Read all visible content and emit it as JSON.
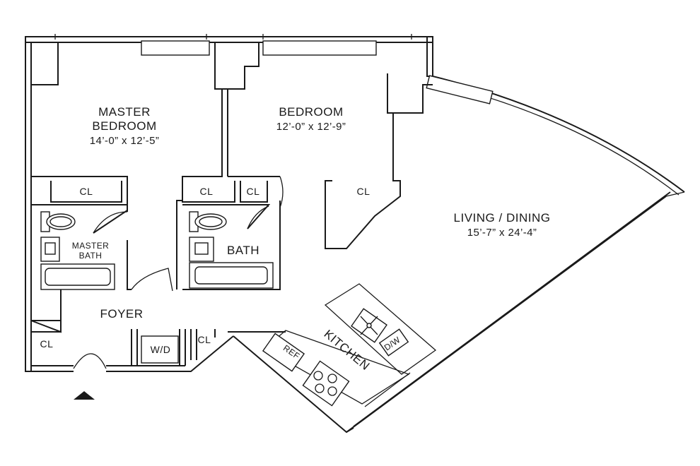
{
  "rooms": {
    "master_bedroom": {
      "name_line1": "MASTER",
      "name_line2": "BEDROOM",
      "dimensions": "14’-0” x 12’-5”"
    },
    "bedroom": {
      "name": "BEDROOM",
      "dimensions": "12’-0” x 12’-9”"
    },
    "living_dining": {
      "name": "LIVING / DINING",
      "dimensions": "15’-7” x 24’-4”"
    },
    "master_bath": {
      "name_line1": "MASTER",
      "name_line2": "BATH"
    },
    "bath": {
      "name": "BATH"
    },
    "foyer": {
      "name": "FOYER"
    },
    "kitchen": {
      "name": "KITCHEN"
    }
  },
  "closets": {
    "master_closet": "CL",
    "bath_side_closet": "CL",
    "small_closet": "CL",
    "bedroom_closet": "CL",
    "foyer_closet": "CL",
    "hall_closet": "CL"
  },
  "appliances": {
    "washer_dryer": "W/D",
    "refrigerator": "REF",
    "dishwasher": "D/W"
  },
  "colors": {
    "line": "#1a1a1a",
    "background": "#ffffff"
  }
}
